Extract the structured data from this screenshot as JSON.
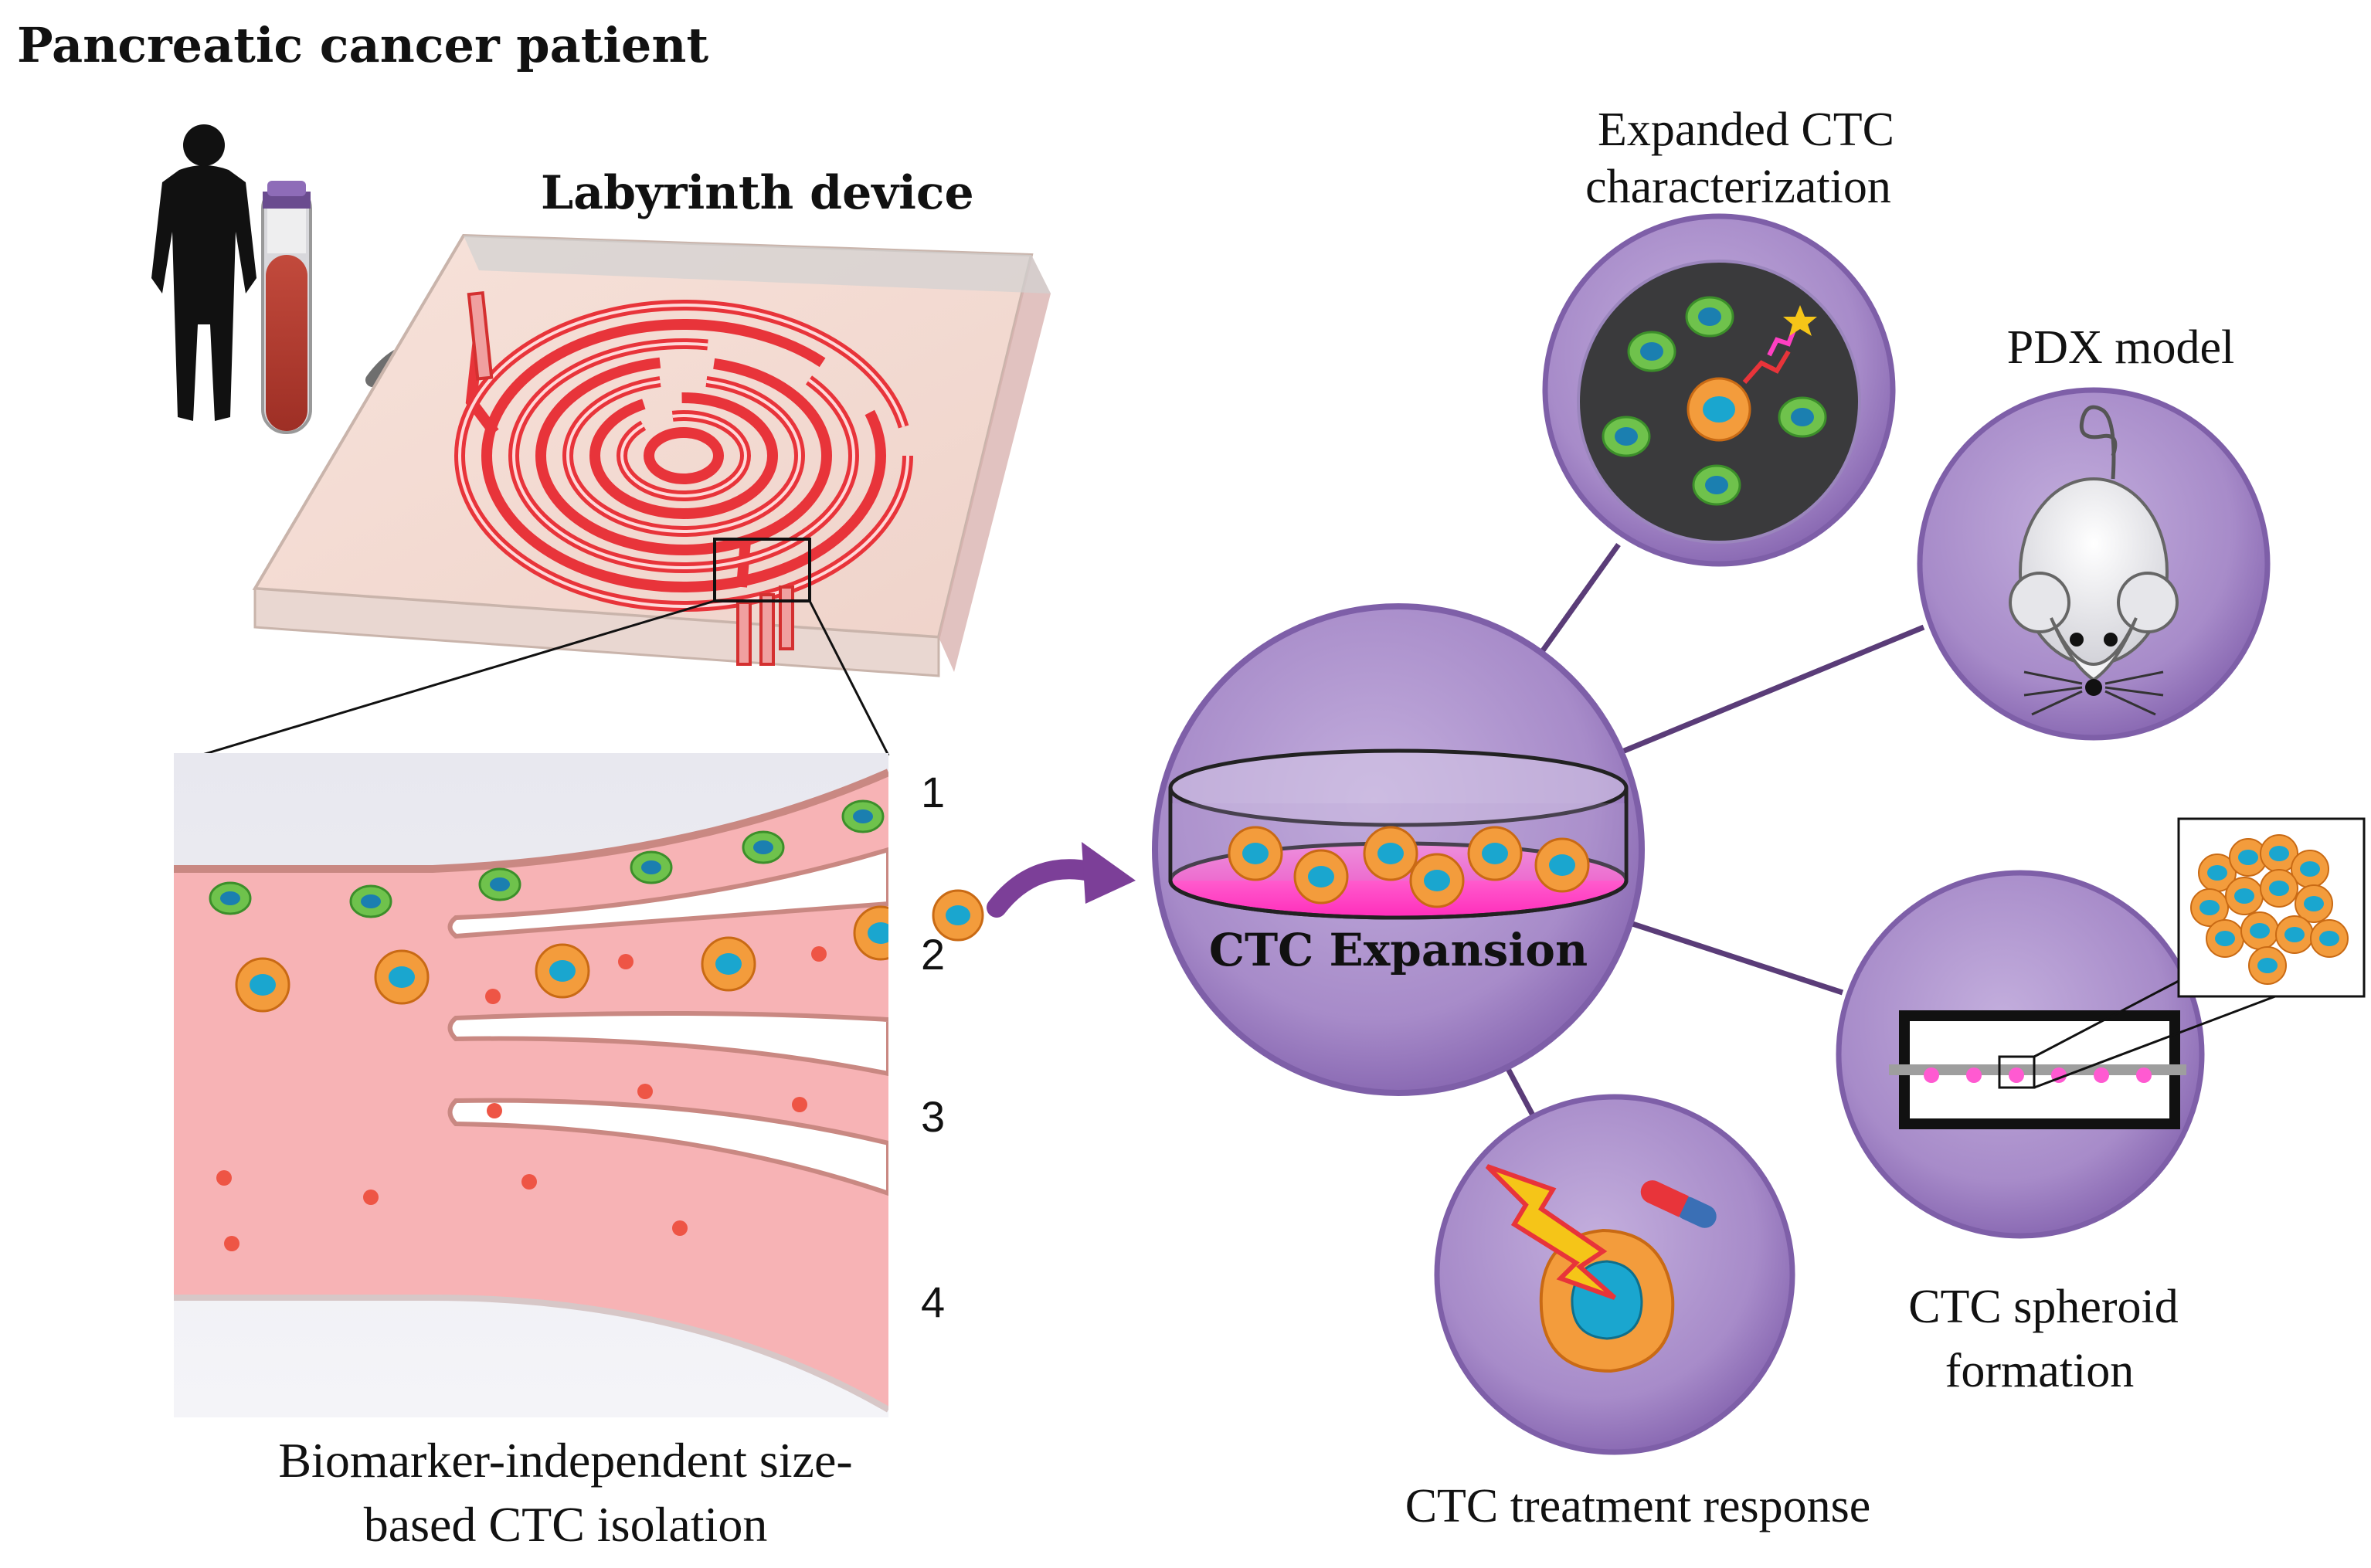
{
  "title": "Pancreatic cancer patient",
  "device_label": "Labyrinth device",
  "outlet_numbers": [
    "1",
    "2",
    "3",
    "4"
  ],
  "isolation_caption": [
    "Biomarker-independent size-",
    "based CTC isolation"
  ],
  "center_label": "CTC Expansion",
  "applications": {
    "characterization": [
      "Expanded CTC",
      "characterization"
    ],
    "pdx": "PDX model",
    "spheroid": [
      "CTC spheroid",
      "formation"
    ],
    "treatment": "CTC treatment response"
  },
  "colors": {
    "circle_fill": "#a98ccb",
    "circle_rim": "#7e5fa8",
    "connector": "#5a3c78",
    "channel_red": "#e8343a",
    "flow_pink": "#f7b3b5",
    "cancer_cell": "#f39c3c",
    "cancer_nucleus": "#1aa6cf",
    "wbc": "#6fc24c",
    "rbc": "#ee5545",
    "arrow_purple": "#7c3f98",
    "media_magenta": "#ff3fc2"
  },
  "icons": [
    "human-silhouette-icon",
    "blood-tube-icon",
    "curved-arrow-icon",
    "lightning-icon",
    "drug-capsule-icon",
    "mouse-icon",
    "petri-dish-icon",
    "antibody-icon"
  ]
}
